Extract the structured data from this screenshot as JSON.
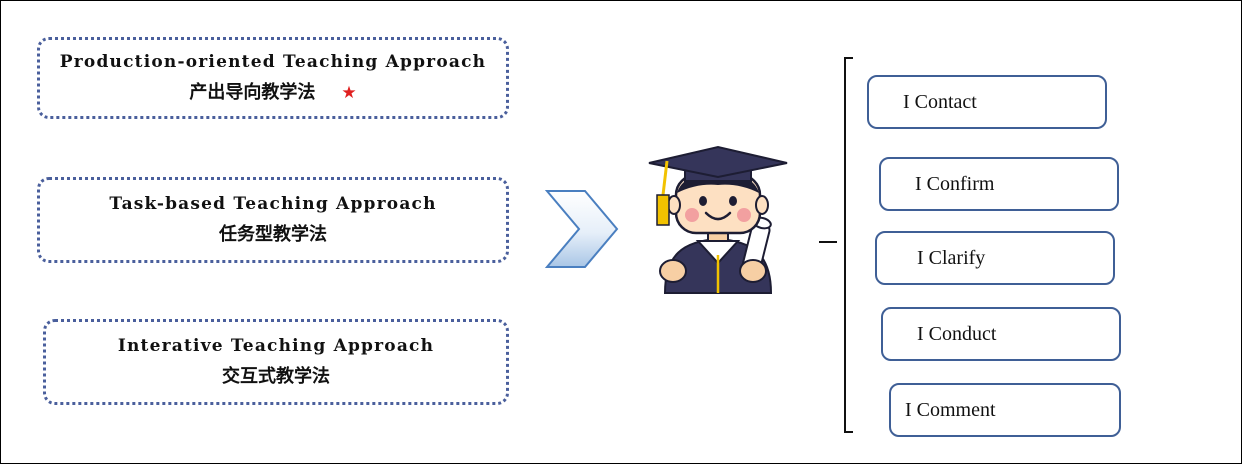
{
  "approaches": [
    {
      "name_en": "Production-oriented Teaching Approach",
      "name_zh": "产出导向教学法",
      "marker": "★"
    },
    {
      "name_en": "Task-based Teaching Approach",
      "name_zh": "任务型教学法"
    },
    {
      "name_en": "Interative Teaching Approach",
      "name_zh": "交互式教学法"
    }
  ],
  "steps": [
    "I Contact",
    "I Confirm",
    "I Clarify",
    "I Conduct",
    "I Comment"
  ],
  "colors": {
    "dotted_border": "#4a5f9c",
    "step_border": "#3f5f96",
    "star": "#e02020",
    "chevron_fill": "#c9dbef",
    "chevron_stroke": "#4a7fc0"
  },
  "icons": {
    "arrow": "chevron-right-icon",
    "figure": "graduate-student-icon",
    "bracket": "left-brace-icon"
  }
}
